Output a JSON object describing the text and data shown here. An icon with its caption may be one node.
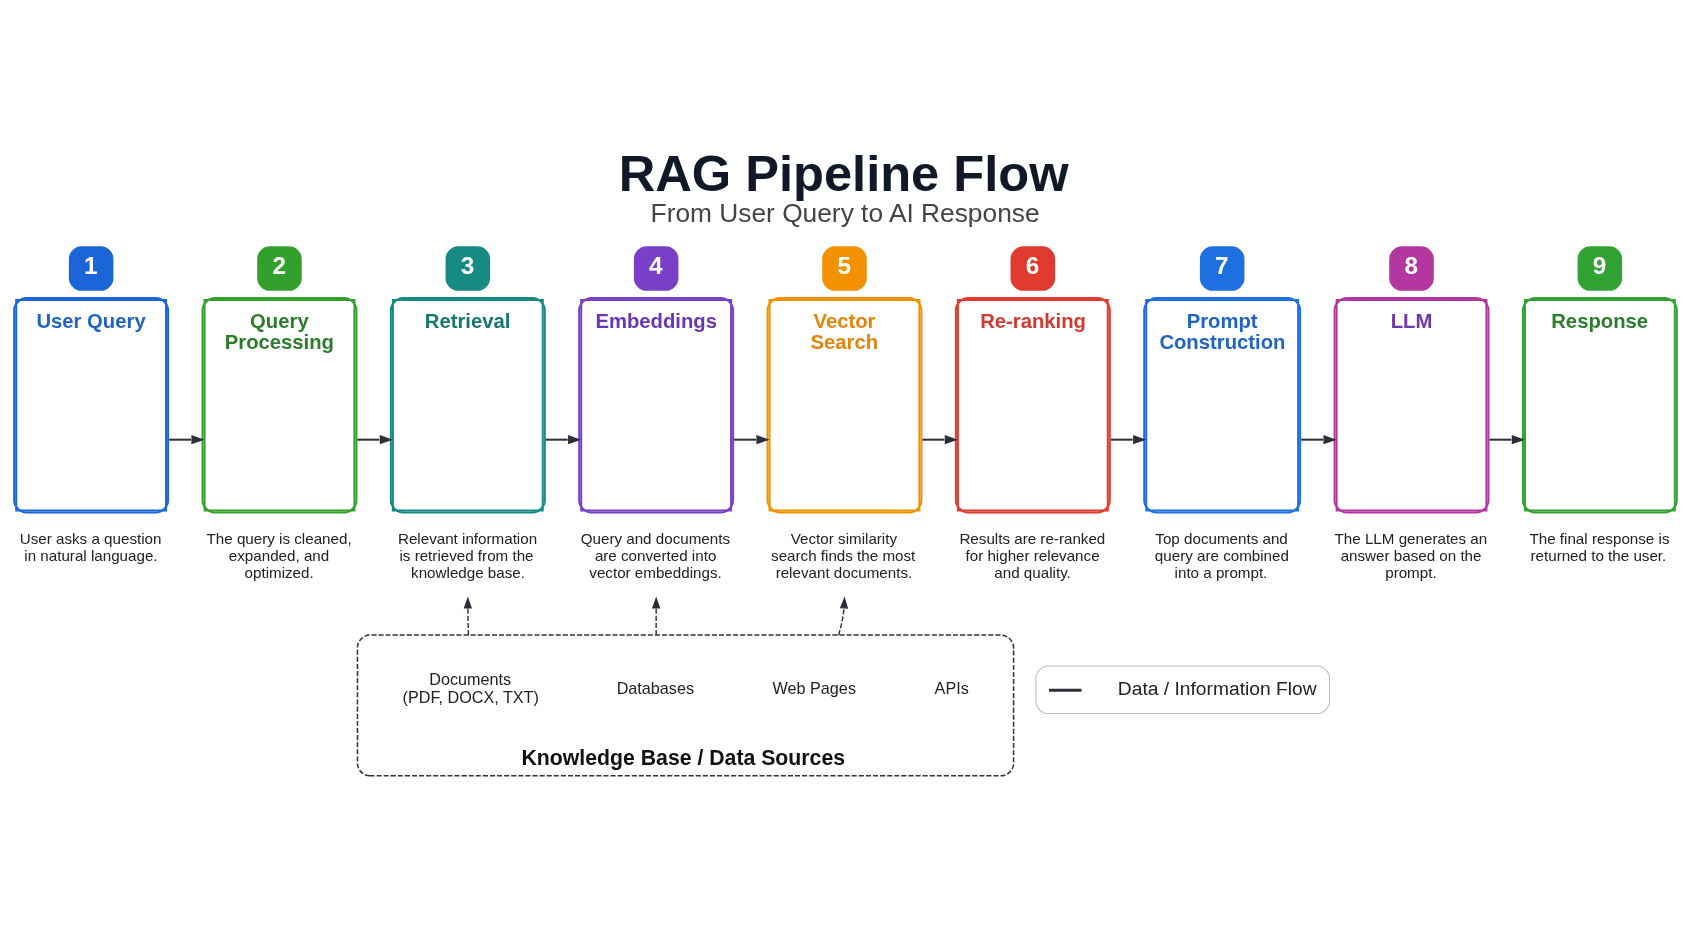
{
  "diagram": {
    "title": "RAG Pipeline Flow",
    "caption": "From User Query to AI Response",
    "nodes": [
      {
        "text": [
          "1",
          "User Query"
        ],
        "beside": [
          "User asks a question in natural language."
        ]
      },
      {
        "text": [
          "2",
          "Query Processing"
        ],
        "beside": [
          "The query is cleaned, expanded, and optimized."
        ]
      },
      {
        "text": [
          "3",
          "Retrieval"
        ],
        "beside": [
          "Relevant information is retrieved from the knowledge base."
        ]
      },
      {
        "text": [
          "4",
          "Embeddings"
        ],
        "beside": [
          "Query and documents are converted into vector embeddings."
        ]
      },
      {
        "text": [
          "5",
          "Vector Search"
        ],
        "beside": [
          "Vector similarity search finds the most relevant documents."
        ]
      },
      {
        "text": [
          "6",
          "Re-ranking"
        ],
        "beside": [
          "Results are re-ranked for higher relevance and quality."
        ]
      },
      {
        "text": [
          "7",
          "Prompt Construction"
        ],
        "beside": [
          "Top documents and query are combined into a prompt."
        ]
      },
      {
        "text": [
          "8",
          "LLM"
        ],
        "beside": [
          "The LLM generates an answer based on the prompt."
        ]
      },
      {
        "text": [
          "9",
          "Response"
        ],
        "beside": [
          "The final response is returned to the user."
        ]
      },
      {
        "text": [
          "Knowledge Base / Data Sources"
        ]
      },
      {
        "text": [
          "Documents (PDF, DOCX, TXT)"
        ],
        "in": 9
      },
      {
        "text": [
          "Databases"
        ],
        "in": 9
      },
      {
        "text": [
          "Web Pages"
        ],
        "in": 9
      },
      {
        "text": [
          "APIs"
        ],
        "in": 9
      }
    ],
    "edges": [
      {
        "from": 0,
        "to": 1,
        "arrow": "to"
      },
      {
        "from": 1,
        "to": 2,
        "arrow": "to"
      },
      {
        "from": 2,
        "to": 3,
        "arrow": "to"
      },
      {
        "from": 3,
        "to": 4,
        "arrow": "to"
      },
      {
        "from": 4,
        "to": 5,
        "arrow": "to"
      },
      {
        "from": 5,
        "to": 6,
        "arrow": "to"
      },
      {
        "from": 6,
        "to": 7,
        "arrow": "to"
      },
      {
        "from": 7,
        "to": 8,
        "arrow": "to"
      },
      {
        "from": 9,
        "to": 2,
        "arrow": "to",
        "style": "dashed"
      },
      {
        "from": 9,
        "to": 3,
        "arrow": "to",
        "style": "dashed"
      },
      {
        "from": 9,
        "to": 4,
        "arrow": "to",
        "style": "dashed"
      }
    ],
    "legend": [
      {
        "text": "Data / Information Flow"
      }
    ]
  }
}
